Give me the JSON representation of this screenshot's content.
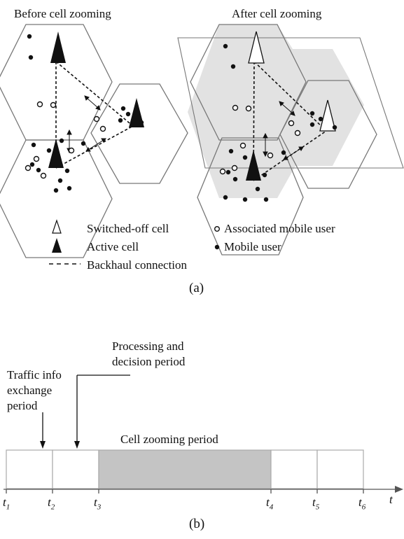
{
  "figure_a": {
    "before_title": "Before cell zooming",
    "after_title": "After cell zooming",
    "caption": "(a)",
    "legend": {
      "switched_off": "Switched-off cell",
      "associated_user": "Associated mobile user",
      "active_cell": "Active cell",
      "mobile_user": "Mobile user",
      "backhaul": "Backhaul connection"
    }
  },
  "figure_b": {
    "caption": "(b)",
    "traffic_period_lines": [
      "Traffic info",
      "exchange",
      "period"
    ],
    "processing_period_lines": [
      "Processing and",
      "decision period"
    ],
    "zooming_period": "Cell zooming period",
    "axis_label": "t",
    "ticks": [
      {
        "base": "t",
        "sub": "1"
      },
      {
        "base": "t",
        "sub": "2"
      },
      {
        "base": "t",
        "sub": "3"
      },
      {
        "base": "t",
        "sub": "4"
      },
      {
        "base": "t",
        "sub": "5"
      },
      {
        "base": "t",
        "sub": "6"
      }
    ]
  },
  "colors": {
    "ink": "#111111",
    "hex_stroke": "#777777",
    "zoomed_fill": "#e2e2e2",
    "period_fill": "#c4c4c4",
    "box_stroke": "#aaaaaa"
  }
}
